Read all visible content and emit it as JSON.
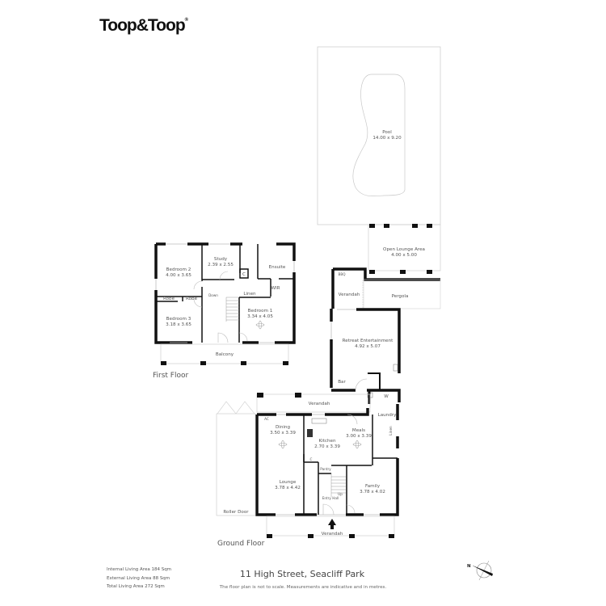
{
  "brand": {
    "logo_text": "Toop&Toop",
    "registered_mark": "®"
  },
  "property": {
    "address": "11 High Street, Seacliff Park",
    "disclaimer": "The floor plan is not to scale. Measurements are indicative and in metres."
  },
  "areas": {
    "internal": "Internal Living Area 184 Sqm",
    "external": "External Living Area 88 Sqm",
    "total": "Total Living Area 272 Sqm"
  },
  "compass": {
    "north_label": "N"
  },
  "outdoor": {
    "pool": {
      "name": "Pool",
      "dims": "14.00 x 9.20"
    },
    "open_lounge": {
      "name": "Open Lounge Area",
      "dims": "4.00 x 5.00"
    },
    "bbq": "BBQ",
    "verandah_rear": "Verandah",
    "pergola": "Pergola"
  },
  "first_floor": {
    "title": "First Floor",
    "rooms": {
      "bedroom2": {
        "name": "Bedroom 2",
        "dims": "4.00 x 3.65"
      },
      "study": {
        "name": "Study",
        "dims": "2.39 x 2.55"
      },
      "ensuite": "Ensuite",
      "c": "C",
      "wir": "WIR",
      "linen": "Linen",
      "robe1": "Robe",
      "robe2": "Robe",
      "down": "Down",
      "bedroom3": {
        "name": "Bedroom 3",
        "dims": "3.18 x 3.65"
      },
      "bedroom1": {
        "name": "Bedroom 1",
        "dims": "3.34 x 4.05"
      },
      "balcony": "Balcony"
    }
  },
  "retreat": {
    "entertainment": {
      "name": "Retreat Entertainment",
      "dims": "4.92 x 5.07"
    },
    "bar": "Bar",
    "w": "W"
  },
  "ground_floor": {
    "title": "Ground Floor",
    "rooms": {
      "verandah_top": "Verandah",
      "laundry": "Laundry",
      "linen": "Linen",
      "ac": "AC",
      "dining": {
        "name": "Dining",
        "dims": "3.50 x 3.39"
      },
      "kitchen": {
        "name": "Kitchen",
        "dims": "2.70 x 3.39"
      },
      "meals": {
        "name": "Meals",
        "dims": "3.00 x 3.39"
      },
      "c": "C",
      "pantry": "Pantry",
      "lounge": {
        "name": "Lounge",
        "dims": "3.78 x 4.42"
      },
      "family": {
        "name": "Family",
        "dims": "3.78 x 4.02"
      },
      "entry_hall": "Entry Hall",
      "up": "Up",
      "roller_door": "Roller Door",
      "verandah_front": "Verandah"
    }
  }
}
